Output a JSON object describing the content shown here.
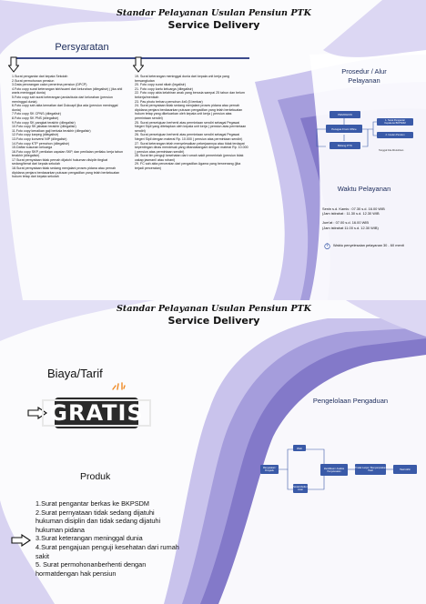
{
  "panel1": {
    "title_line1": "Standar Pelayanan Usulan Pensiun PTK",
    "title_line2": "Service Delivery",
    "persyaratan_heading": "Persyaratan",
    "requirements_col1": [
      "1.Surat pengantar dari kepala Sekolah",
      "2.Surat permohonan pensiun",
      "3.Data perorangan calon penerima pensiun (DPCP)",
      "4.Foto copy surat keterangan istri/suami dari kelurahan (dilegalisir) ( jika ahli waris meninggal dunia)",
      "5.Foto copy sah surat keterangan janda/duda dari kelurahan (pensiun meninggal dunia)",
      "6.Foto copy sah akta kematian dari Dukcapil jika ada (pensiun meninggal dunia)",
      "7.Foto copy SK CPNS (dilegalisir)",
      "8.Foto copy SK PNS (dilegalisir)",
      "9.Foto copy SK pangkat terakhir (dilegalisir)",
      "10.Foto copy SK jabatan terakhir (dilegalisir)",
      "11.Foto copy kenaikan gaji berkala terakhir (dilegalisir)",
      "12.Foto copy karpeg (dilegalisir)",
      "13.Foto copy konversi NIP (dilegalisir)",
      "14.Foto copy KTP pemohon (dilegalisir)",
      "15.Daftar susunan keluarga",
      "16.Foto copy SKP, penilaian capaian SKP, dan penilaian perilaku kerja tahun terakhir (dilegalisir)",
      "17.Surat pernyataan tidak pernah dijatuhi hukuman disiplin tingkat sedang/berat dari kepala sekolah",
      "18.Surat pernyataan tidak sedang menjalani proses pidana atau pernah dipidana penjara berdasarkan putusan pengadilan yang telah berkekuatan hukum tetap dari kepala sekolah"
    ],
    "requirements_col2": [
      "19. Surat keterangan meninggal dunia dari kepala unit kerja yang bersangkutan",
      "20. Foto copy surat nikah (legalisir)",
      "21. Foto copy kartu keluarga (dilegalisir)",
      "22. Foto copy akta kelahiran anak yang berusia sampai 25 tahun dan belum bekerja/menikah",
      "23. Pas photo terbaru pemohon 4x6 (5 lembar)",
      "24. Surat pernyataan tidak sedang menjalani proses pidana atau pernah dipidana penjara berdasarkan putusan pengadilan yang telah berkekuatan hukum tetap yang dikeluarkan oleh kepala unit kerja ( pensiun atas permintaan sendiri)",
      "25. Surat persetujuan berhenti atas permintaan sendiri sebagai Pegawai Negeri Sipil yang ditetapkan oleh kepala unit kerja ( pensiun atas permintaan sendiri)",
      "26. Surat persetujuan berhenti atas permintaan sendiri sebagai Pegawai Negeri Sipil dengan materai Rp. 10.000 ( pensiun atas permintaan sendiri)",
      "27. Surat keterangan telah menyelesaikan pekerjaannya atau tidak terdapat kepentingan dinas mendesak yang ditandatangani dengan materai Rp. 10.000 ( pensiun atas permintaan sendiri)",
      "28. Surat tim penguji kesehatan dari rumah sakit pemerintah (pensiun tidak cakap jasmani/ atau rohani)",
      "29. FC sah akta perceraian dari pengadilan Agama yang berwenang (jika terjadi perceraian)"
    ],
    "prosedur_heading_line1": "Prosedur / Alur",
    "prosedur_heading_line2": "Pelayanan",
    "flow": {
      "pemohon": "PEMOHON",
      "front_office": "Petugas Front Office",
      "bidang_ptk": "Bidang PTK",
      "out1": "1. Surat Pengantar\nKepala ke BKPSDM",
      "out2": "2. Usulan Pensiun",
      "note": "Tanggal bila dibutuhkan"
    },
    "waktu_heading": "Waktu Pelayanan",
    "waktu_lines": [
      "Senin s.d. Kamis : 07.30 s.d. 16.00 WIB",
      "(Jam istirahat : 11.30 s.d. 12.30 WIB",
      "",
      "Jum'at : 07.00 s.d. 16.00 WIB",
      "(Jam istirahat 11.00 s.d. 12.30 WIB)"
    ],
    "waktu_note": "Waktu penyelesaian pelayanan 30 - 60 menit"
  },
  "panel2": {
    "title_line1": "Standar Pelayanan Usulan Pensiun PTK",
    "title_line2": "Service Delivery",
    "biaya_heading": "Biaya/Tarif",
    "gratis_label": "GRATIS",
    "produk_heading": "Produk",
    "produk_items": [
      "1.Surat pengantar berkas ke BKPSDM",
      "2.Surat pernyataan tidak sedang dijatuhi hukuman disiplin dan tidak sedang dijatuhi hukuman pidana",
      "3.Surat keterangan meninggal dunia",
      "4.Surat pengajuan penguji kesehatan dari rumah sakit",
      "5. Surat permohonanberhenti dengan hormatdengan hak pensiun"
    ],
    "pengaduan_heading": "Pengelolaan Pengaduan",
    "pengaduan_flow": {
      "left": "Masyarakat / Pengadu",
      "top": "Web",
      "center": "Identifikasi / Analisis Penyelesaian",
      "bottom": "Sosial Media / Lisan",
      "right1": "Tindak Lanjut / Menyampaikan Hasil",
      "right2": "Hasil Akhir"
    }
  },
  "colors": {
    "primary": "#3a5aa8",
    "dark_blue": "#1a2a5a",
    "purple_light": "#c9c3ec",
    "purple_mid": "#8a80cf",
    "orange_accent": "#f08a24"
  }
}
